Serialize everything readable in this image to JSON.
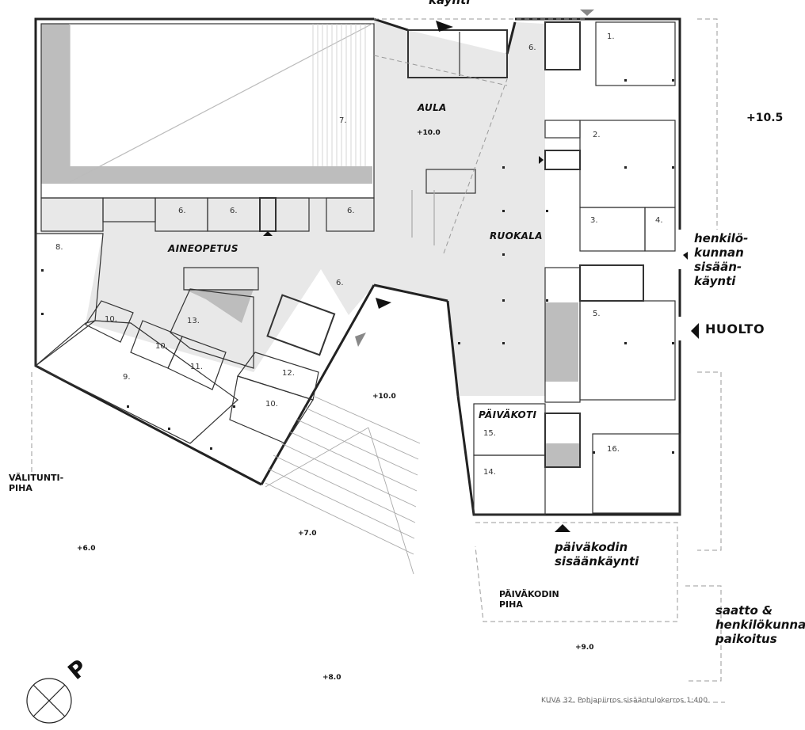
{
  "plan": {
    "zones": {
      "aula": "AULA",
      "ruokala": "RUOKALA",
      "aineopetus": "AINEOPETUS",
      "paivakoti": "PÄIVÄKOTI"
    },
    "rooms": {
      "r1": "1.",
      "r2": "2.",
      "r3": "3.",
      "r4": "4.",
      "r5": "5.",
      "r6_top": "6.",
      "r6_a": "6.",
      "r6_b": "6.",
      "r6_c": "6.",
      "r6_d": "6.",
      "r7": "7.",
      "r8": "8.",
      "r9": "9.",
      "r10_a": "10.",
      "r10_b": "10.",
      "r10_c": "10.",
      "r11": "11.",
      "r12": "12.",
      "r13": "13.",
      "r14": "14.",
      "r15": "15.",
      "r16": "16."
    },
    "levels": {
      "aula": "+10.0",
      "court": "+10.0",
      "east": "+10.5",
      "seven": "+7.0",
      "six": "+6.0",
      "eight": "+8.0",
      "nine": "+9.0"
    },
    "yards": {
      "valitunti_1": "VÄLITUNTI-",
      "valitunti_2": "PIHA",
      "paivakodin_1": "PÄIVÄKODIN",
      "paivakodin_2": "PIHA"
    },
    "entrances": {
      "top": "käynti",
      "staff_1": "henkilö-",
      "staff_2": "kunnan",
      "staff_3": "sisään-",
      "staff_4": "käynti",
      "huolto": "HUOLTO",
      "daycare_1": "päiväkodin",
      "daycare_2": "sisäänkäynti",
      "parking_1": "saatto &",
      "parking_2": "henkilökunnan",
      "parking_3": "paikoitus"
    },
    "north_symbol": "P",
    "caption": "KUVA 32. Pohjapiirros sisääntulokerros 1:400"
  },
  "colors": {
    "wall": "#222222",
    "floor_common": "#e8e8e8",
    "shade": "#bdbdbd",
    "dashed": "#9a9a9a"
  }
}
